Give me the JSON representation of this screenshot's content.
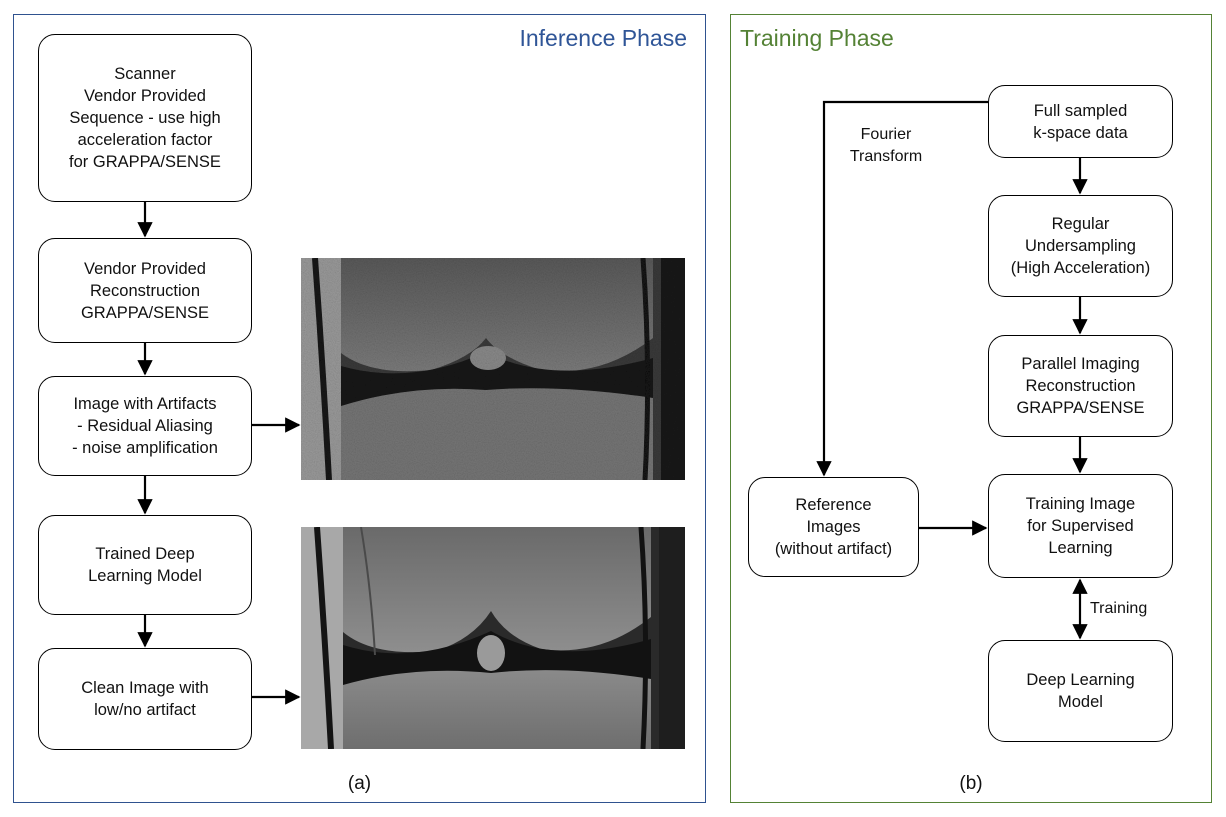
{
  "inference": {
    "title": "Inference Phase",
    "caption": "(a)",
    "scanner": [
      "Scanner",
      "Vendor Provided",
      "Sequence - use high",
      "acceleration factor",
      "for GRAPPA/SENSE"
    ],
    "vendor_recon": [
      "Vendor Provided",
      "Reconstruction",
      "GRAPPA/SENSE"
    ],
    "artifact_image": [
      "Image with Artifacts",
      "- Residual Aliasing",
      "- noise amplification"
    ],
    "trained_model": [
      "Trained Deep",
      "Learning Model"
    ],
    "clean_image": [
      "Clean Image with",
      "low/no artifact"
    ]
  },
  "training": {
    "title": "Training Phase",
    "caption": "(b)",
    "full_sampled": [
      "Full sampled",
      "k-space data"
    ],
    "fourier": [
      "Fourier",
      "Transform"
    ],
    "undersampling": [
      "Regular",
      "Undersampling",
      "(High Acceleration)"
    ],
    "parallel_recon": [
      "Parallel Imaging",
      "Reconstruction",
      "GRAPPA/SENSE"
    ],
    "reference": [
      "Reference",
      "Images",
      "(without artifact)"
    ],
    "training_image": [
      "Training Image",
      "for Supervised",
      "Learning"
    ],
    "training_label": "Training",
    "dl_model": [
      "Deep Learning",
      "Model"
    ]
  },
  "colors": {
    "inference_border": "#2f528f",
    "inference_title": "#2f5597",
    "training_border": "#548235",
    "training_title": "#548235"
  }
}
